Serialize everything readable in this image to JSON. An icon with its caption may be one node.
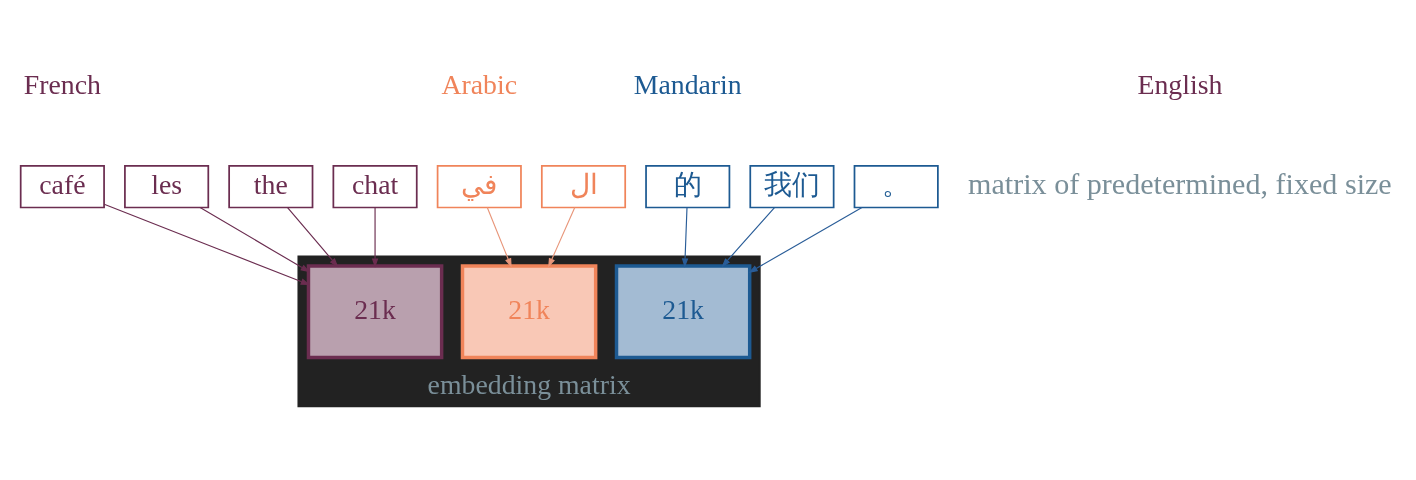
{
  "diagram": {
    "nodes": [
      {
        "text": [
          "embedding matrix"
        ]
      },
      {
        "text": [
          "21k"
        ],
        "in": 0
      },
      {
        "text": [
          "21k"
        ],
        "in": 0
      },
      {
        "text": [
          "21k"
        ],
        "in": 0
      },
      {
        "text": [
          "café"
        ]
      },
      {
        "text": [
          "les"
        ]
      },
      {
        "text": [
          "the"
        ]
      },
      {
        "text": [
          "chat"
        ]
      },
      {
        "text": [
          "في"
        ]
      },
      {
        "text": [
          "ال"
        ]
      },
      {
        "text": [
          "的"
        ]
      },
      {
        "text": [
          "我们"
        ]
      },
      {
        "text": [
          "。"
        ]
      }
    ],
    "edges": [
      {
        "from": 6,
        "to": 1,
        "arrow": "to"
      },
      {
        "from": 5,
        "to": 1,
        "arrow": "to"
      },
      {
        "from": 7,
        "to": 1,
        "arrow": "to"
      },
      {
        "from": 4,
        "to": 1,
        "arrow": "to"
      },
      {
        "from": 8,
        "to": 2,
        "arrow": "to",
        "color": "#e8967a"
      },
      {
        "from": 9,
        "to": 2,
        "arrow": "to",
        "color": "#e8967a"
      },
      {
        "from": 11,
        "to": 3,
        "arrow": "to",
        "color": "#2a5d98"
      },
      {
        "from": 10,
        "to": 3,
        "arrow": "to",
        "color": "#2a5d98"
      },
      {
        "from": 12,
        "to": 3,
        "arrow": "to",
        "color": "#2a5d98"
      }
    ],
    "labels": [
      "Arabic",
      "French",
      "Mandarin",
      "English",
      "matrix of predetermined, fixed size"
    ]
  }
}
